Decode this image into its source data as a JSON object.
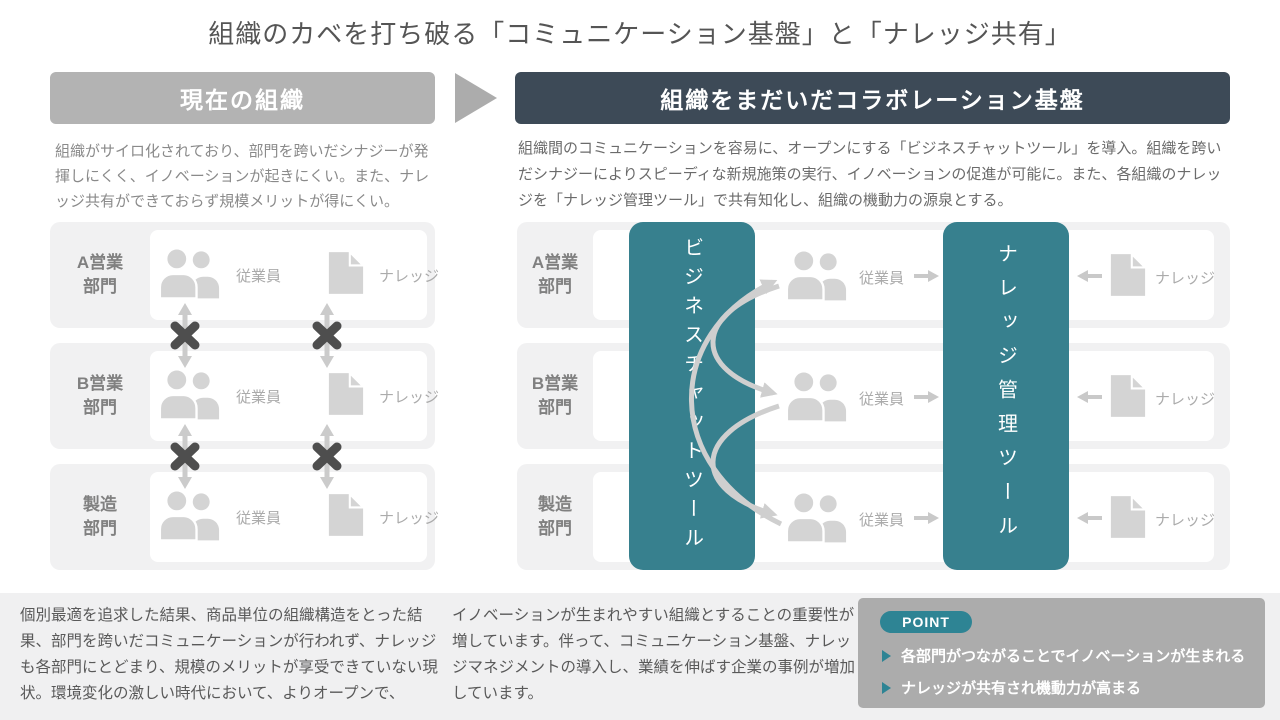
{
  "title": "組織のカベを打ち破る「コミュニケーション基盤」と「ナレッジ共有」",
  "labels": {
    "employee": "従業員",
    "knowledge": "ナレッジ"
  },
  "departments": [
    {
      "line1": "A営業",
      "line2": "部門"
    },
    {
      "line1": "B営業",
      "line2": "部門"
    },
    {
      "line1": "製造",
      "line2": "部門"
    }
  ],
  "left_panel": {
    "header": "現在の組織",
    "description": "組織がサイロ化されており、部門を跨いだシナジーが発揮しにくく、イノベーションが起きにくい。また、ナレッジ共有ができておらず規模メリットが得にくい。"
  },
  "right_panel": {
    "header": "組織をまだいだコラボレーション基盤",
    "description": "組織間のコミュニケーションを容易に、オープンにする「ビジネスチャットツール」を導入。組織を跨いだシナジーによりスピーディな新規施策の実行、イノベーションの促進が可能に。また、各組織のナレッジを「ナレッジ管理ツール」で共有知化し、組織の機動力の源泉とする。",
    "chat_tool": "ビジネスチャットツール",
    "knowledge_tool": "ナレッジ管理ツール"
  },
  "footer": {
    "paragraph_left": "個別最適を追求した結果、商品単位の組織構造をとった結果、部門を跨いだコミュニケーションが行われず、ナレッジも各部門にとどまり、規模のメリットが享受できていない現状。環境変化の激しい時代において、よりオープンで、",
    "paragraph_middle": "イノベーションが生まれやすい組織とすることの重要性が増しています。伴って、コミュニケーション基盤、ナレッジマネジメントの導入し、業績を伸ばす企業の事例が増加しています。",
    "point": {
      "label": "POINT",
      "bullets": [
        "各部門がつながることでイノベーションが生まれる",
        "ナレッジが共有され機動力が高まる"
      ]
    }
  },
  "colors": {
    "teal": "#37808E",
    "point_pill_teal": "#2E8494",
    "dark_header": "#3D4A57",
    "gray_header": "#B3B3B3",
    "footer_bg": "#F0F0F1",
    "point_box_bg": "#ACACAC",
    "row_bg": "#F1F1F2",
    "icon_gray": "#D4D4D4",
    "x_mark": "#4E4E4E"
  }
}
